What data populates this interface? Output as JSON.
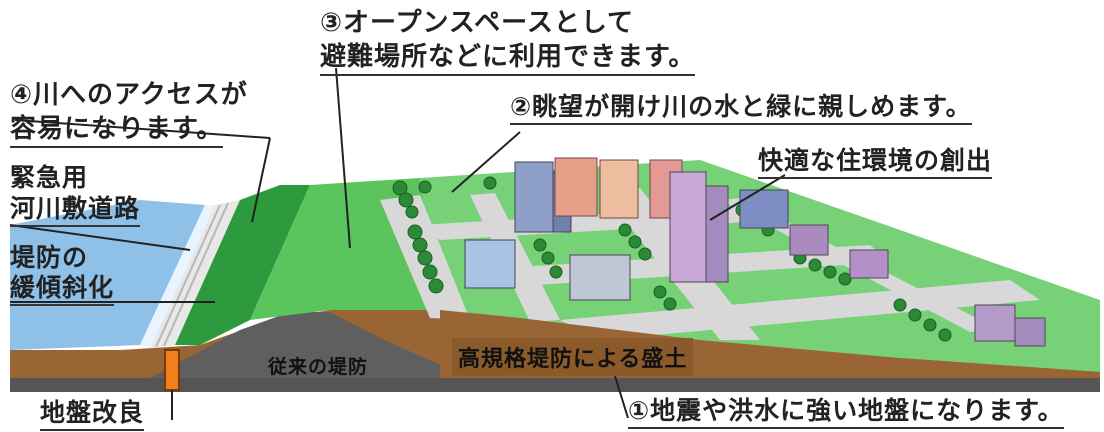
{
  "labels": {
    "open_space_line1": "③オープンスペースとして",
    "open_space_line2": "避難場所などに利用できます。",
    "river_access_line1": "④川へのアクセスが",
    "river_access_line2": "容易になります。",
    "view_greenery": "②眺望が開け川の水と緑に親しめます。",
    "living_env": "快適な住環境の創出",
    "emergency_road_line1": "緊急用",
    "emergency_road_line2": "河川敷道路",
    "gentle_slope_line1": "堤防の",
    "gentle_slope_line2": "緩傾斜化",
    "soil_improvement": "地盤改良",
    "conventional_levee": "従来の堤防",
    "high_standard_fill": "高規格堤防による盛土",
    "strong_ground": "①地震や洪水に強い地盤になります。"
  },
  "colors": {
    "river": "#7fb3de",
    "levee_green": "#2e9a3e",
    "ground_green": "#6fcf6f",
    "road": "#d0d0d0",
    "fill_soil": "#8b5a2b",
    "bedrock": "#555555",
    "improvement": "#f07f1e"
  }
}
